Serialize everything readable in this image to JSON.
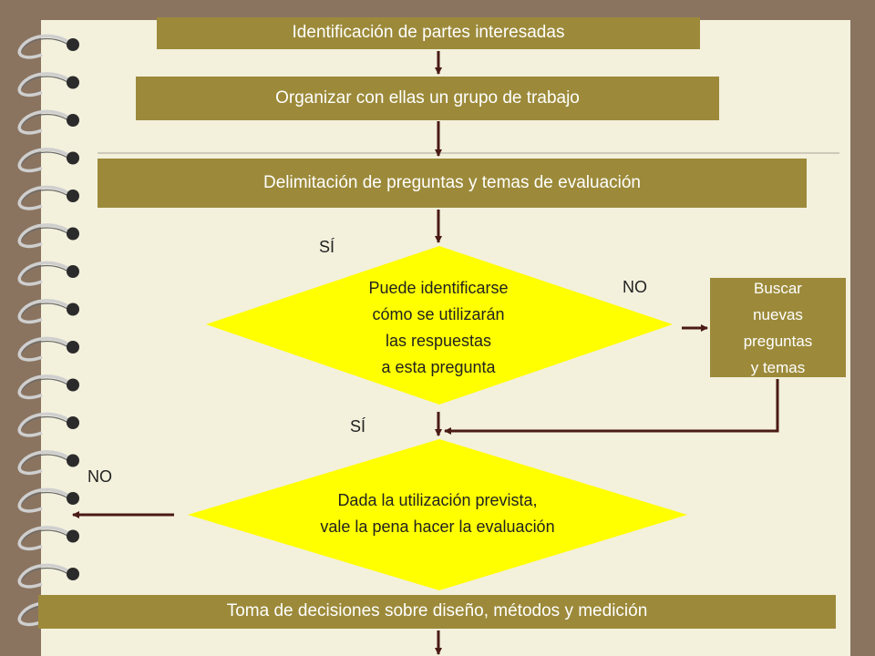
{
  "steps": {
    "identify": "Identificación de partes interesadas",
    "organize": "Organizar con ellas un grupo de trabajo",
    "delimit": "Delimitación de preguntas y temas de evaluación",
    "decisions": "Toma de decisiones sobre diseño, métodos y medición",
    "search": "Buscar\nnuevas\npreguntas\n y temas"
  },
  "decisions": {
    "d1": "Puede identificarse\ncómo se utilizarán\nlas respuestas\na esta pregunta",
    "d2": "Dada la utilización prevista,\nvale la pena hacer la evaluación"
  },
  "labels": {
    "yes1": "SÍ",
    "no1": "NO",
    "yes2": "SÍ",
    "no2": "NO"
  },
  "colors": {
    "box": "#9c8a3a",
    "diamond": "#ffff00",
    "page": "#f3f0dc",
    "background": "#8a7460",
    "arrow": "#4a1a14"
  }
}
